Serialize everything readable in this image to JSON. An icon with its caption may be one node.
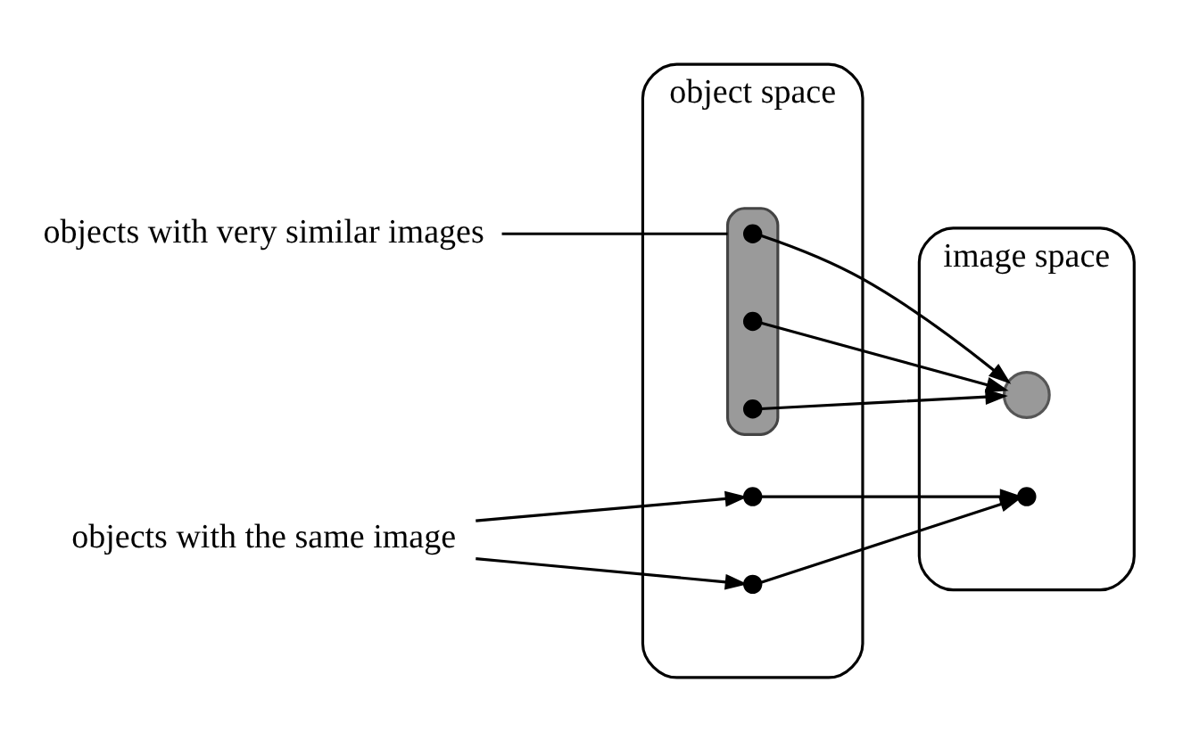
{
  "diagram": {
    "nodes": [
      {
        "text": [
          "object space"
        ]
      },
      {
        "text": [],
        "shape": "box",
        "in": 0
      },
      {
        "text": [],
        "shape": "dot",
        "in": 1
      },
      {
        "text": [],
        "shape": "dot",
        "in": 1
      },
      {
        "text": [],
        "shape": "dot",
        "in": 1
      },
      {
        "text": [],
        "shape": "dot",
        "in": 0
      },
      {
        "text": [],
        "shape": "dot",
        "in": 0
      },
      {
        "text": [
          "image space"
        ]
      },
      {
        "text": [],
        "shape": "circle",
        "in": 7
      },
      {
        "text": [],
        "shape": "dot",
        "in": 7
      },
      {
        "text": [
          "objects with very similar images"
        ]
      },
      {
        "text": [
          "objects with the same image"
        ]
      }
    ],
    "edges": [
      {
        "from": 2,
        "to": 8,
        "arrow": "to"
      },
      {
        "from": 3,
        "to": 8,
        "arrow": "to"
      },
      {
        "from": 4,
        "to": 8,
        "arrow": "to"
      },
      {
        "from": 5,
        "to": 9,
        "arrow": "to"
      },
      {
        "from": 6,
        "to": 9,
        "arrow": "to"
      },
      {
        "from": 10,
        "to": 1,
        "arrow": "none"
      },
      {
        "from": 11,
        "to": 5,
        "arrow": "to"
      },
      {
        "from": 11,
        "to": 6,
        "arrow": "to"
      }
    ]
  }
}
